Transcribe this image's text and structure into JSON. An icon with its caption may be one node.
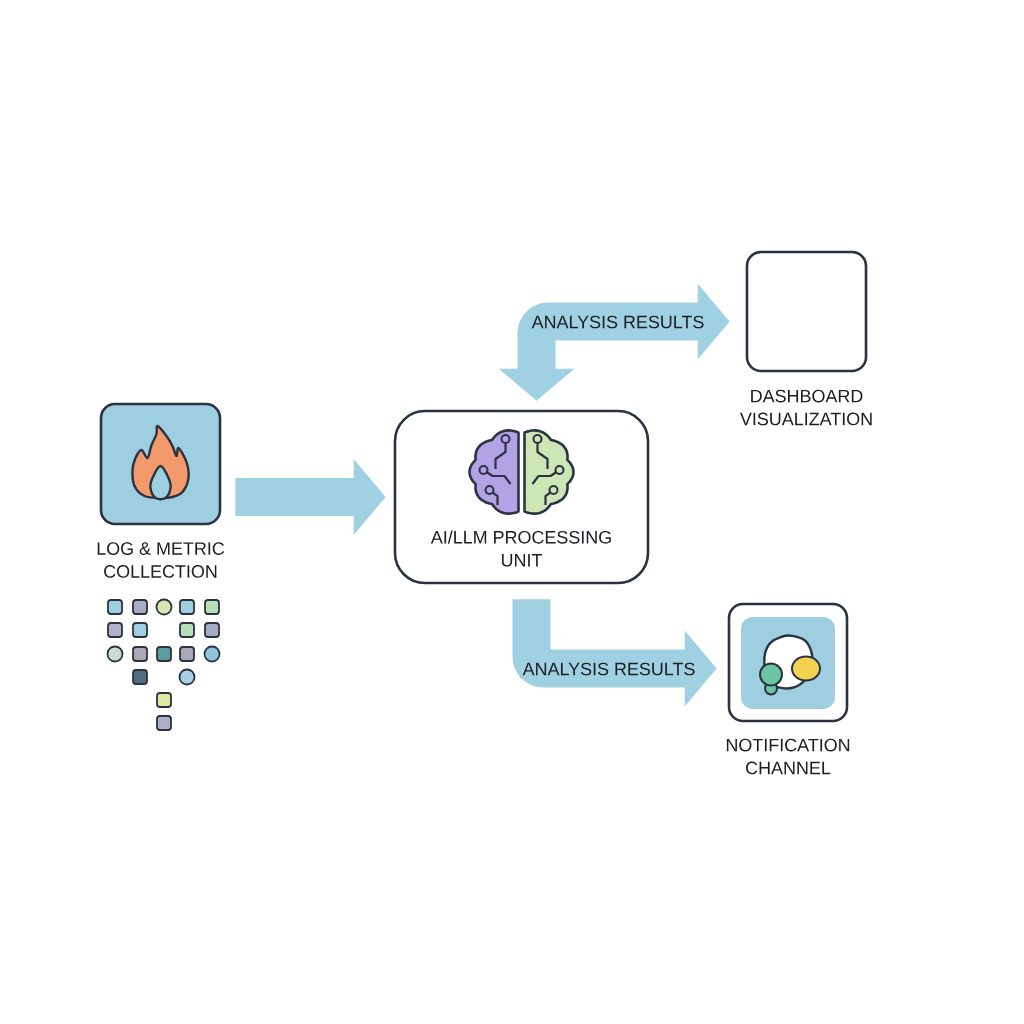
{
  "diagram": {
    "nodes": [
      {
        "text": [
          "LOG & METRIC COLLECTION"
        ]
      },
      {
        "text": [
          "AI/LLM PROCESSING UNIT"
        ]
      },
      {
        "text": [
          "DASHBOARD VISUALIZATION"
        ]
      },
      {
        "text": [
          "NOTIFICATION CHANNEL"
        ]
      }
    ],
    "edges": [
      {
        "from": 0,
        "to": 1,
        "arrow": "to"
      },
      {
        "from": 1,
        "to": 2,
        "arrow": "both",
        "label": "ANALYSIS RESULTS"
      },
      {
        "from": 1,
        "to": 3,
        "arrow": "to",
        "label": "ANALYSIS RESULTS"
      }
    ]
  }
}
